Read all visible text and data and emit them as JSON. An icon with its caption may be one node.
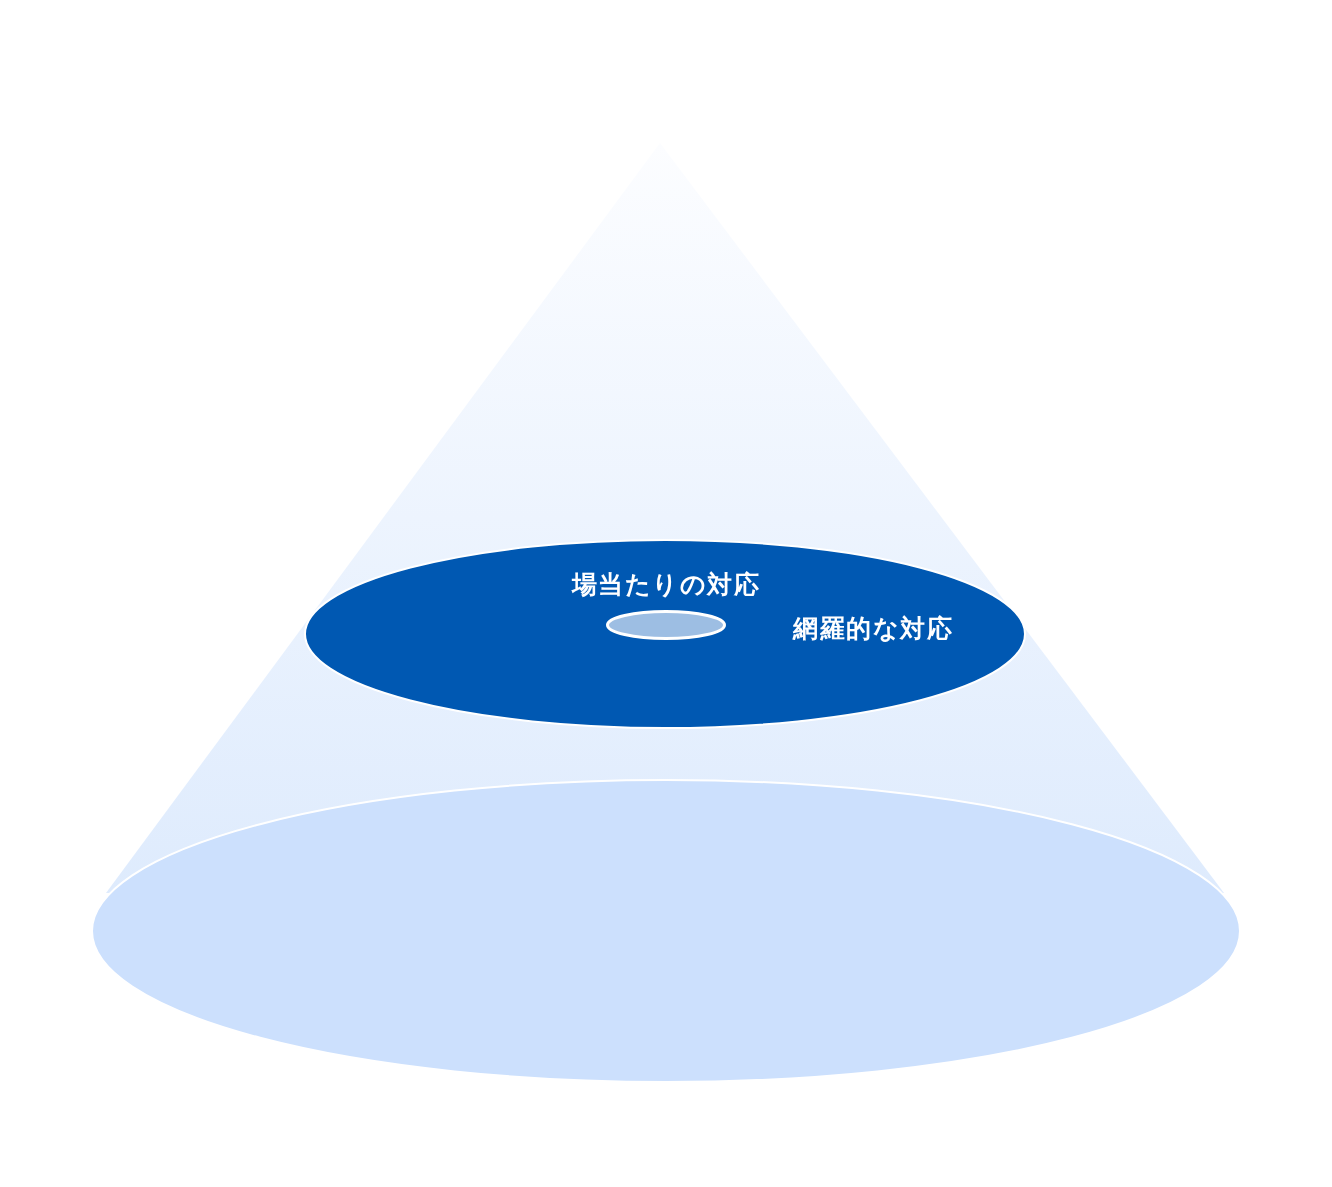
{
  "diagram": {
    "nodes": [
      {
        "text": [
          "網羅的な対応"
        ]
      },
      {
        "text": [
          "場当たりの対応"
        ],
        "in": 0
      },
      {
        "text": [],
        "shape": "ellipse"
      }
    ]
  }
}
